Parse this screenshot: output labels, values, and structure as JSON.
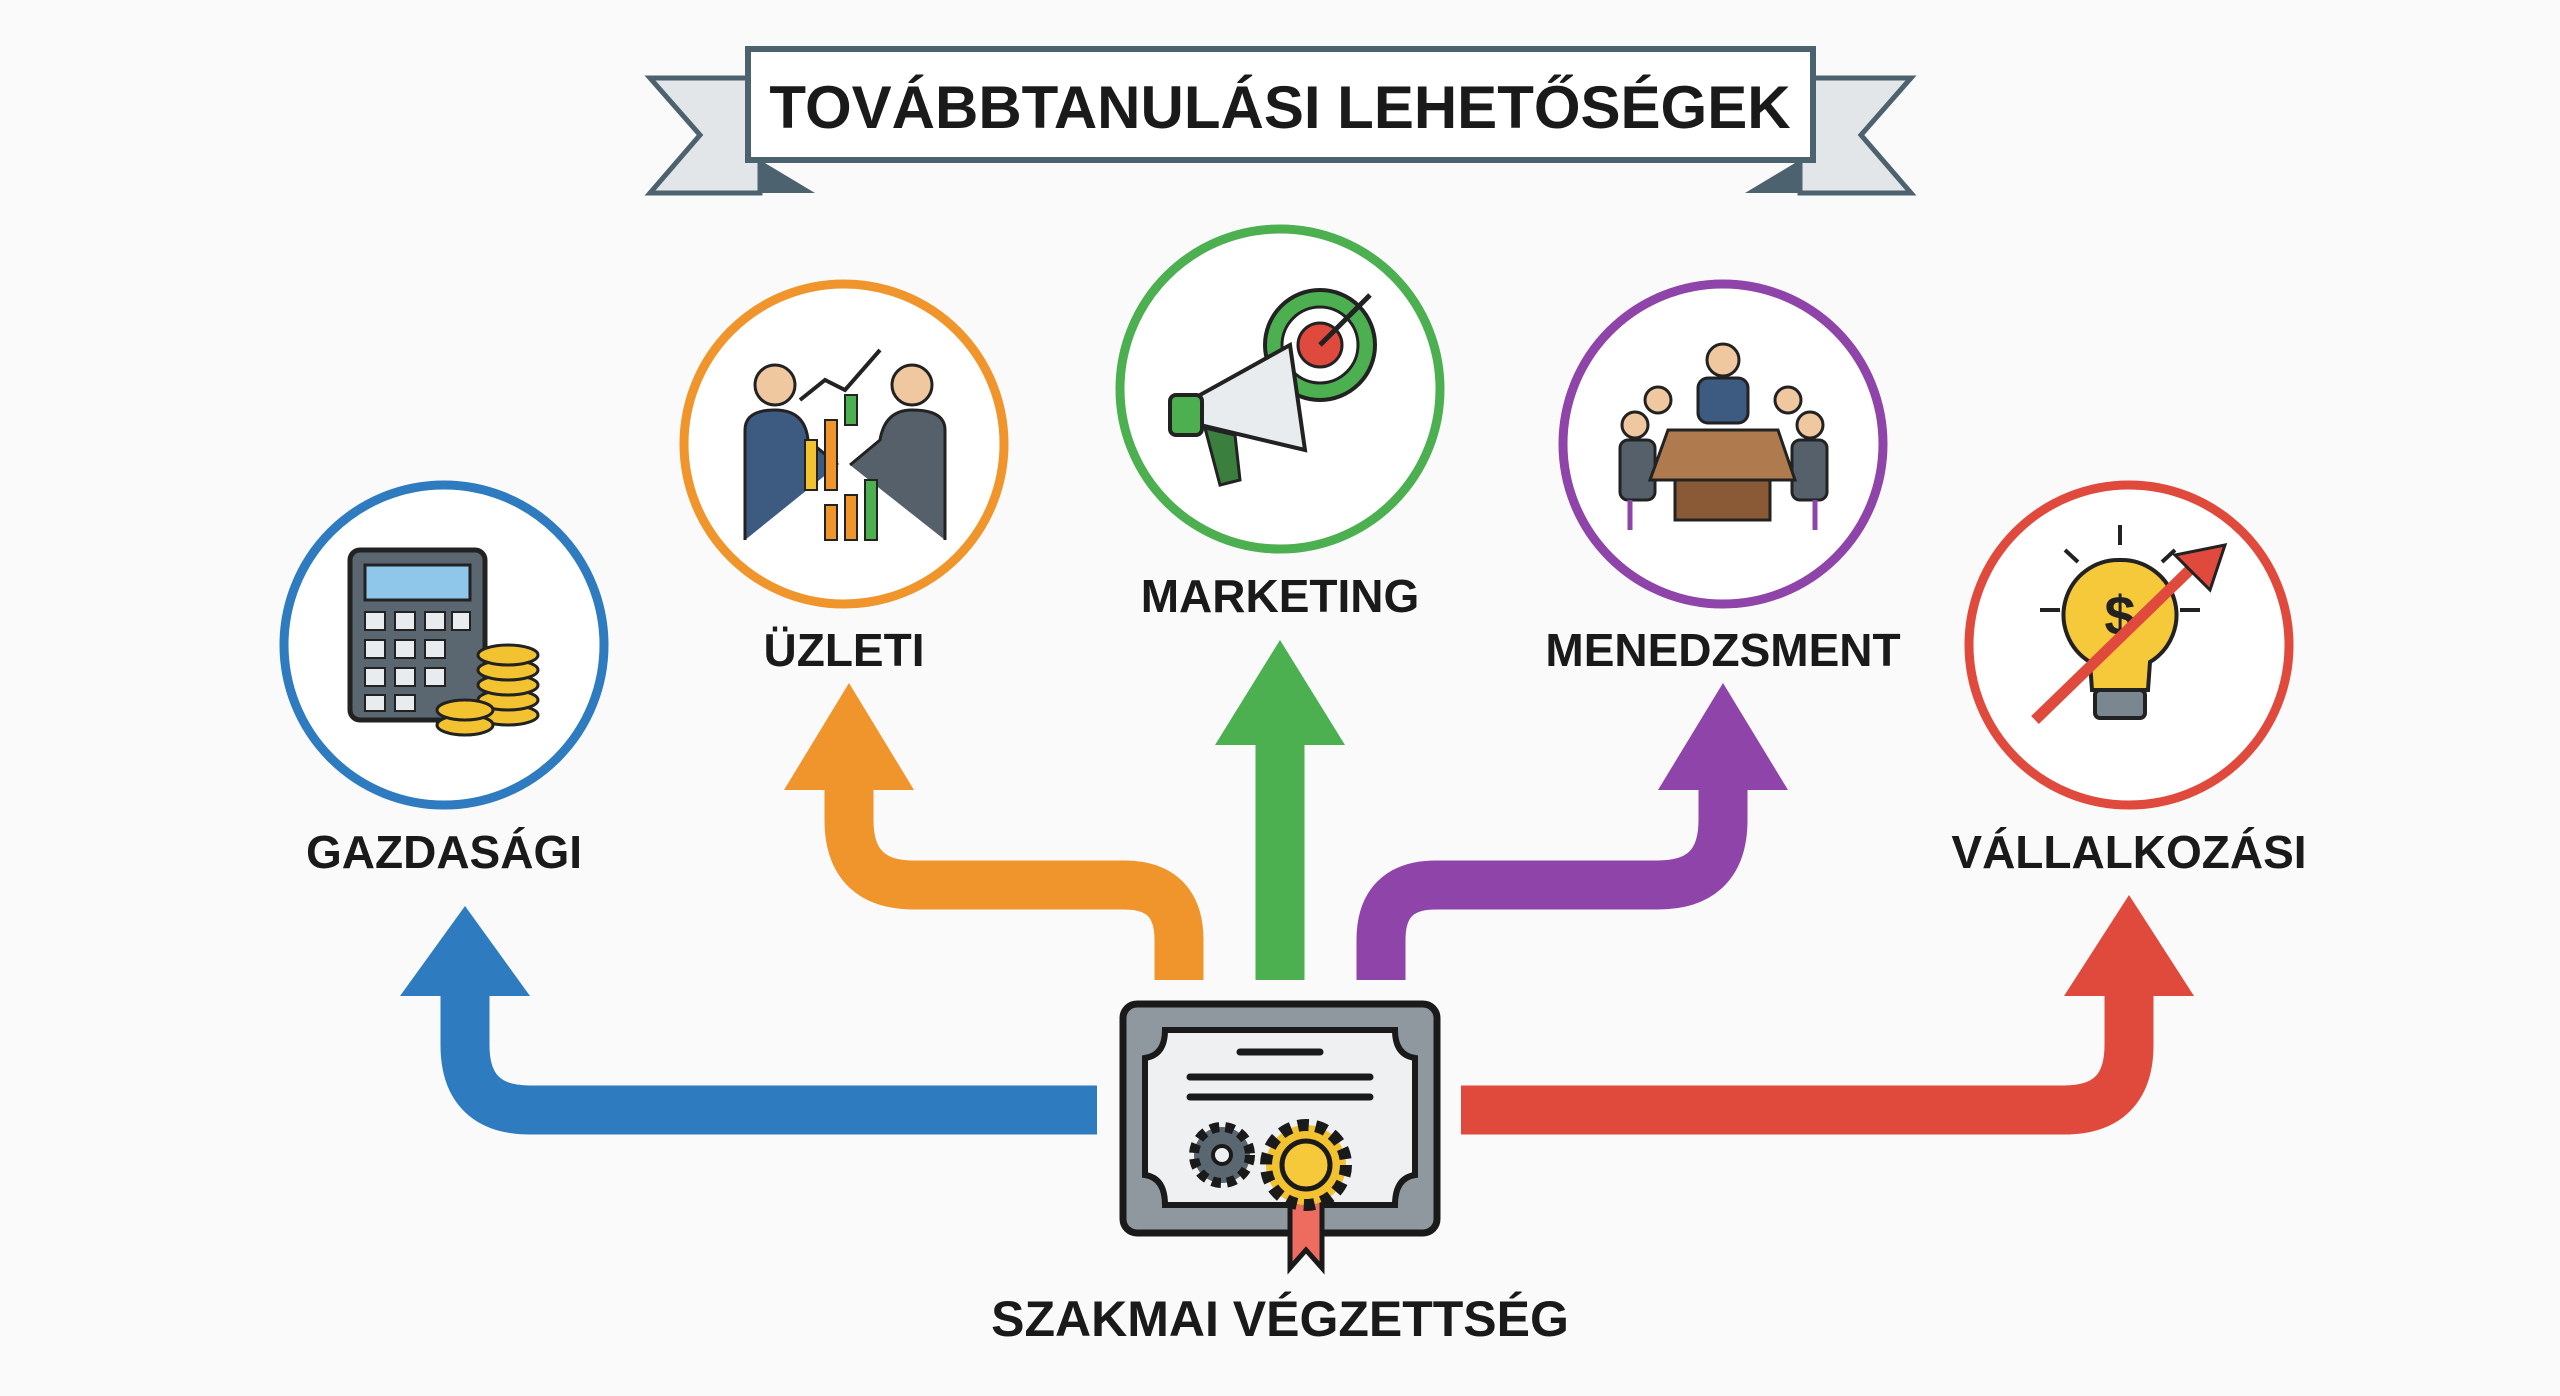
{
  "title": "TOVÁBBTANULÁSI LEHETŐSÉGEK",
  "source": {
    "label": "SZAKMAI VÉGZETTSÉG",
    "icon": "certificate-icon"
  },
  "options": [
    {
      "label": "GAZDASÁGI",
      "icon": "calculator-coins-icon",
      "color": "#2e7bbf"
    },
    {
      "label": "ÜZLETI",
      "icon": "handshake-growth-icon",
      "color": "#f0952b"
    },
    {
      "label": "MARKETING",
      "icon": "megaphone-target-icon",
      "color": "#4caf50"
    },
    {
      "label": "MENEDZSMENT",
      "icon": "meeting-table-icon",
      "color": "#8e44a8"
    },
    {
      "label": "VÁLLALKOZÁSI",
      "icon": "lightbulb-dollar-icon",
      "color": "#e04a3c"
    }
  ]
}
